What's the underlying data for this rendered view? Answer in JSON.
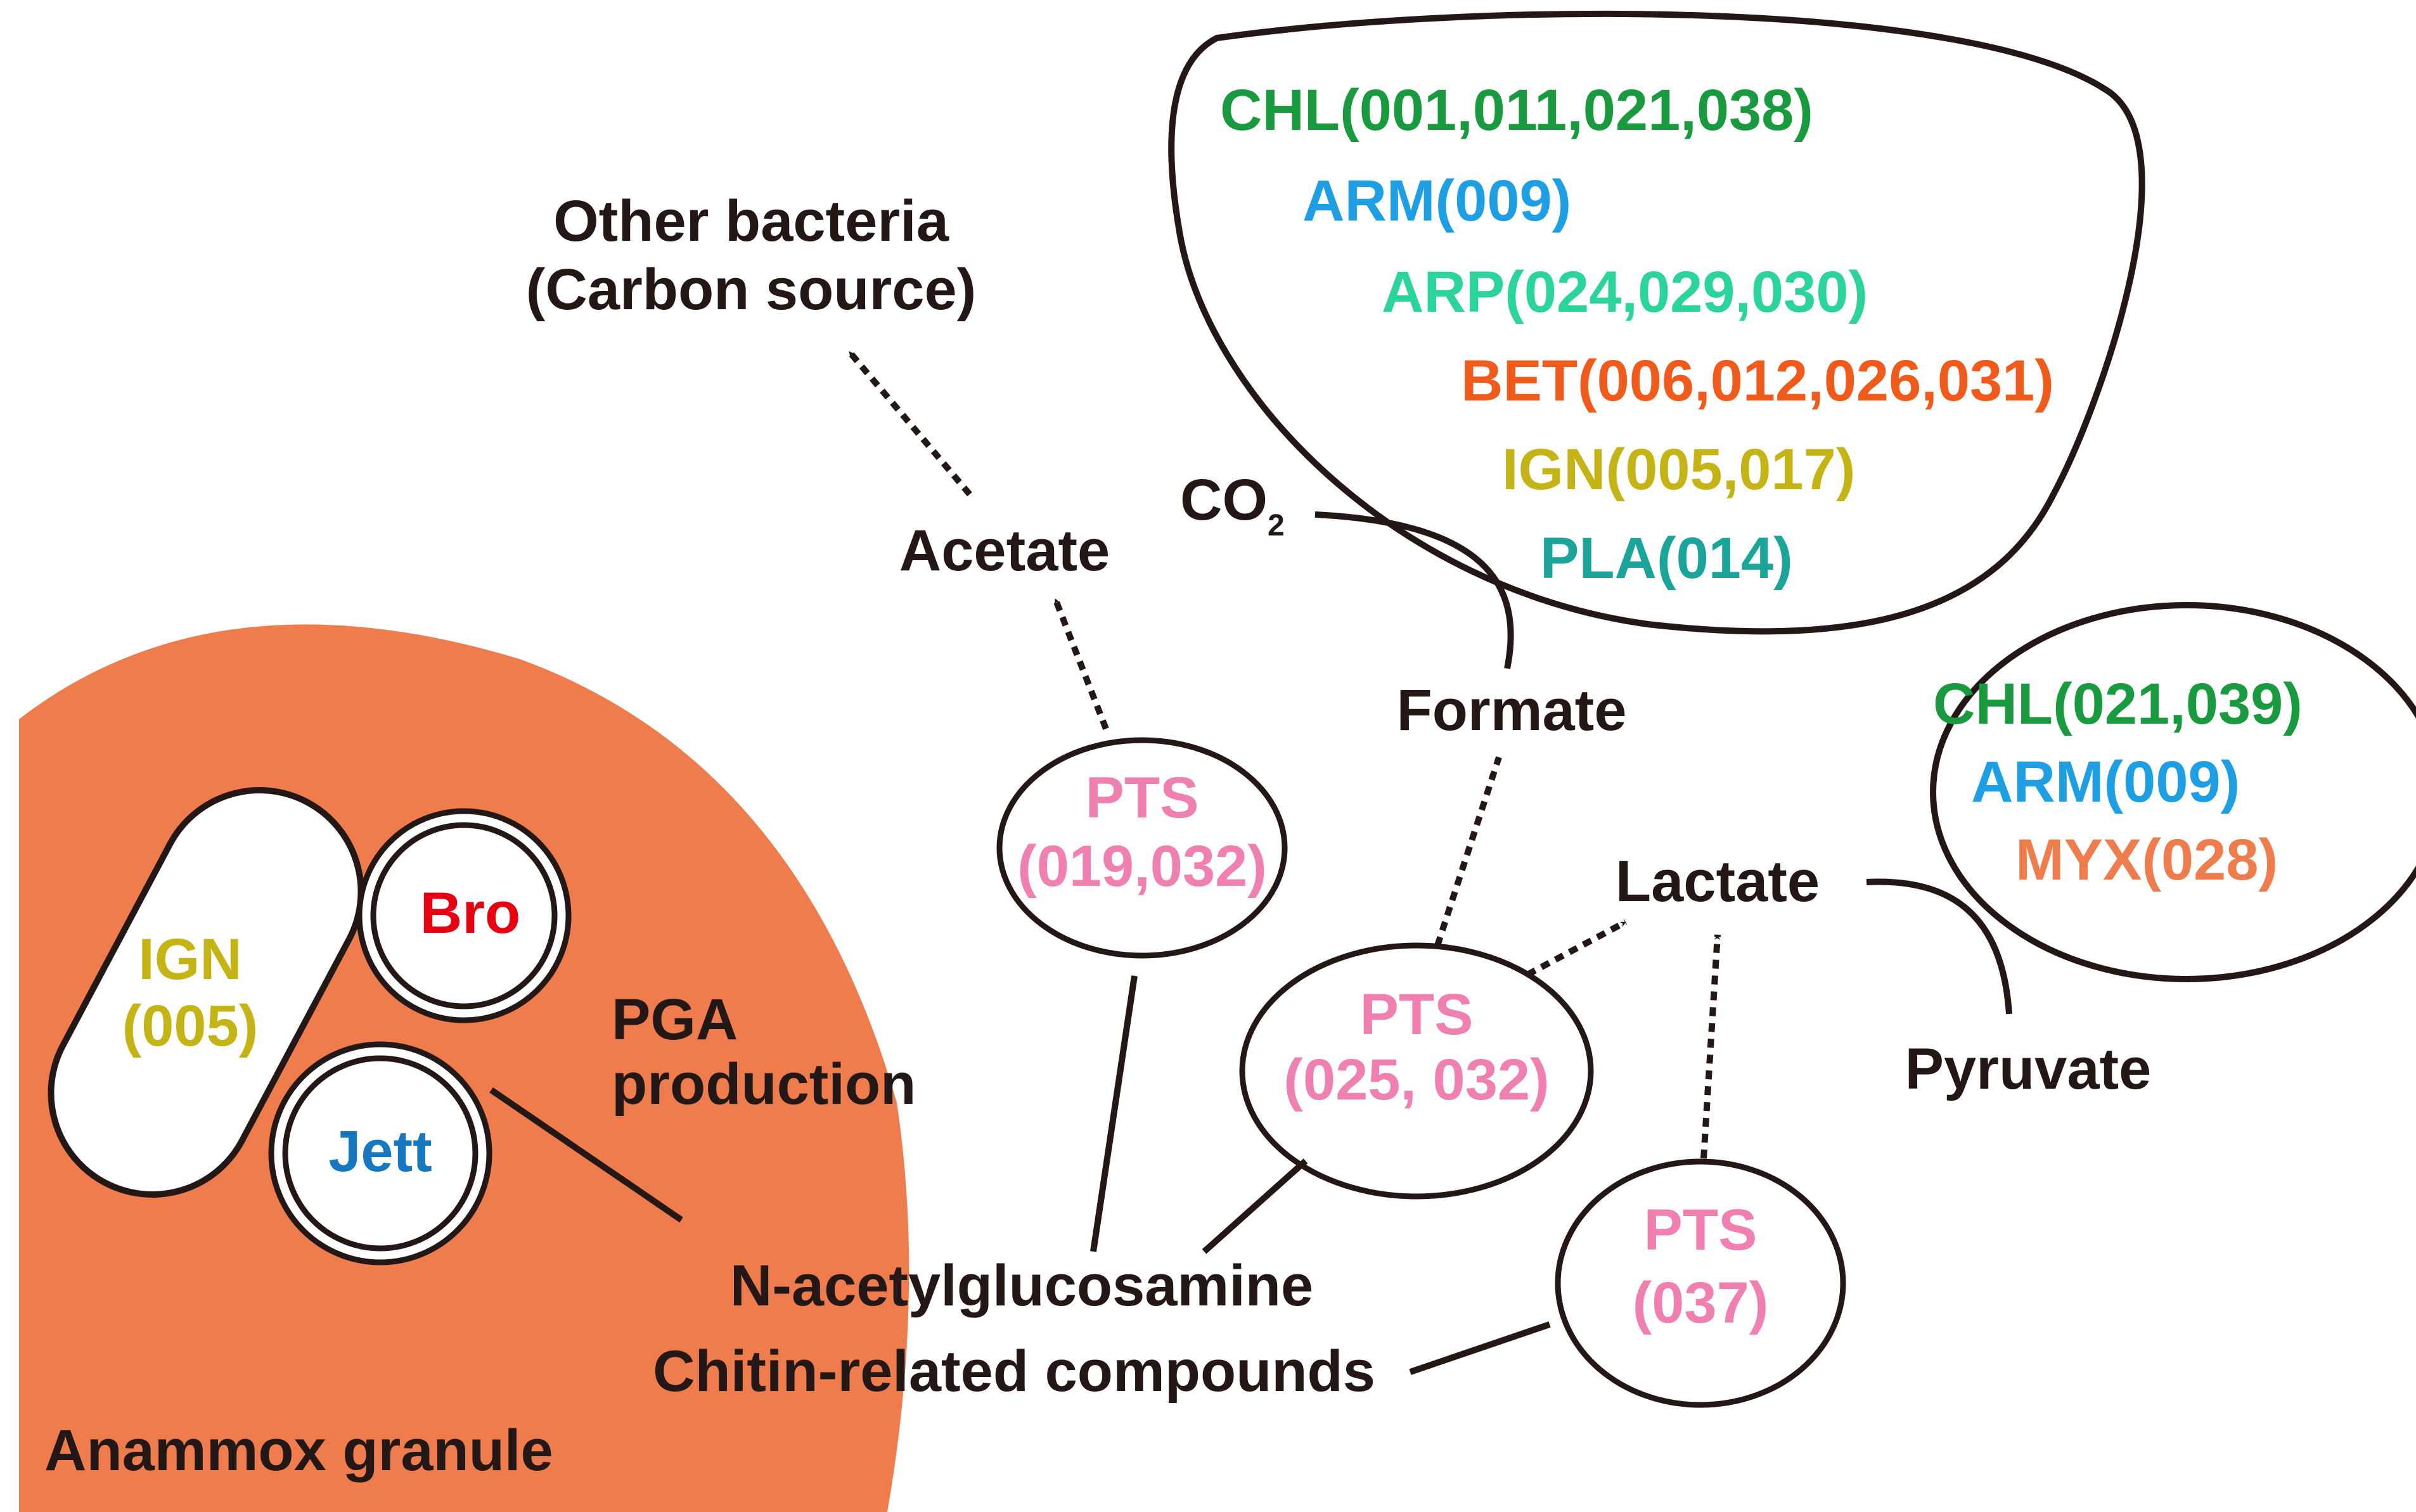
{
  "colors": {
    "granule": "#EE7C4C",
    "dark": "#231815",
    "pink": "#F080B0",
    "chl": "#1A9A3E",
    "arm": "#1E9FE4",
    "arp": "#2BD59A",
    "bet": "#F05A1A",
    "ign": "#C4B416",
    "pla": "#1BA59A",
    "myx": "#EE7C4C",
    "bro": "#E60012",
    "jett": "#1678C0"
  },
  "granule": {
    "label": "Anammox granule",
    "ign_cell": {
      "line1": "IGN",
      "line2": "(005)"
    },
    "bro_cell": "Bro",
    "jett_cell": "Jett",
    "pga_line1": "PGA",
    "pga_line2": "production"
  },
  "compounds": {
    "other_bacteria_line1": "Other bacteria",
    "other_bacteria_line2": "(Carbon source)",
    "acetate": "Acetate",
    "co2": "CO",
    "co2_subscript": "2",
    "formate": "Formate",
    "lactate": "Lactate",
    "pyruvate": "Pyruvate",
    "nag": "N-acetylglucosamine",
    "chitin": "Chitin-related compounds"
  },
  "pts": {
    "a": {
      "line1": "PTS",
      "line2": "(019,032)"
    },
    "b": {
      "line1": "PTS",
      "line2": "(025, 032)"
    },
    "c": {
      "line1": "PTS",
      "line2": "(037)"
    }
  },
  "co2_group": {
    "chl": "CHL(001,011,021,038)",
    "arm": "ARM(009)",
    "arp": "ARP(024,029,030)",
    "bet": "BET(006,012,026,031)",
    "ign": "IGN(005,017)",
    "pla": "PLA(014)"
  },
  "pyruvate_group": {
    "chl": "CHL(021,039)",
    "arm": "ARM(009)",
    "myx": "MYX(028)"
  }
}
